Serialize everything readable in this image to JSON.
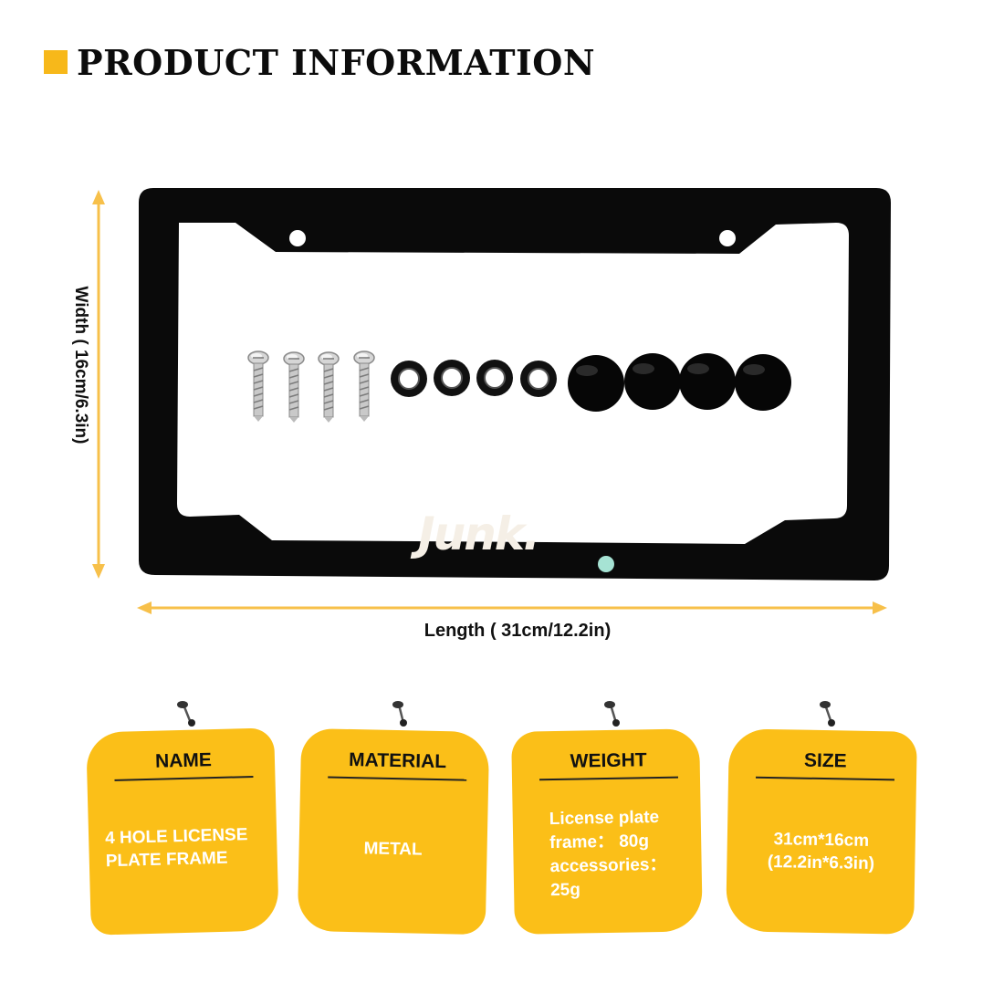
{
  "header": {
    "title": "PRODUCT INFORMATION"
  },
  "dimensions": {
    "width_label": "Width ( 16cm/6.3in)",
    "length_label": "Length ( 31cm/12.2in)"
  },
  "product": {
    "brand": "Junk.",
    "accessories": [
      {
        "icon": "screw-icon",
        "count": 4
      },
      {
        "icon": "washer-icon",
        "count": 4
      },
      {
        "icon": "screw-cap-icon",
        "count": 4
      }
    ]
  },
  "cards": [
    {
      "title": "NAME",
      "value_lines": [
        "4 HOLE LICENSE",
        "PLATE FRAME"
      ]
    },
    {
      "title": "MATERIAL",
      "value_lines": [
        "METAL"
      ]
    },
    {
      "title": "WEIGHT",
      "value_lines": [
        "License plate",
        "frame：  80g",
        "accessories：",
        "25g"
      ]
    },
    {
      "title": "SIZE",
      "value_lines": [
        "31cm*16cm",
        "(12.2in*6.3in)"
      ]
    }
  ],
  "colors": {
    "accent": "#fbbf18",
    "frame": "#0a0a0a",
    "text": "#111111"
  }
}
